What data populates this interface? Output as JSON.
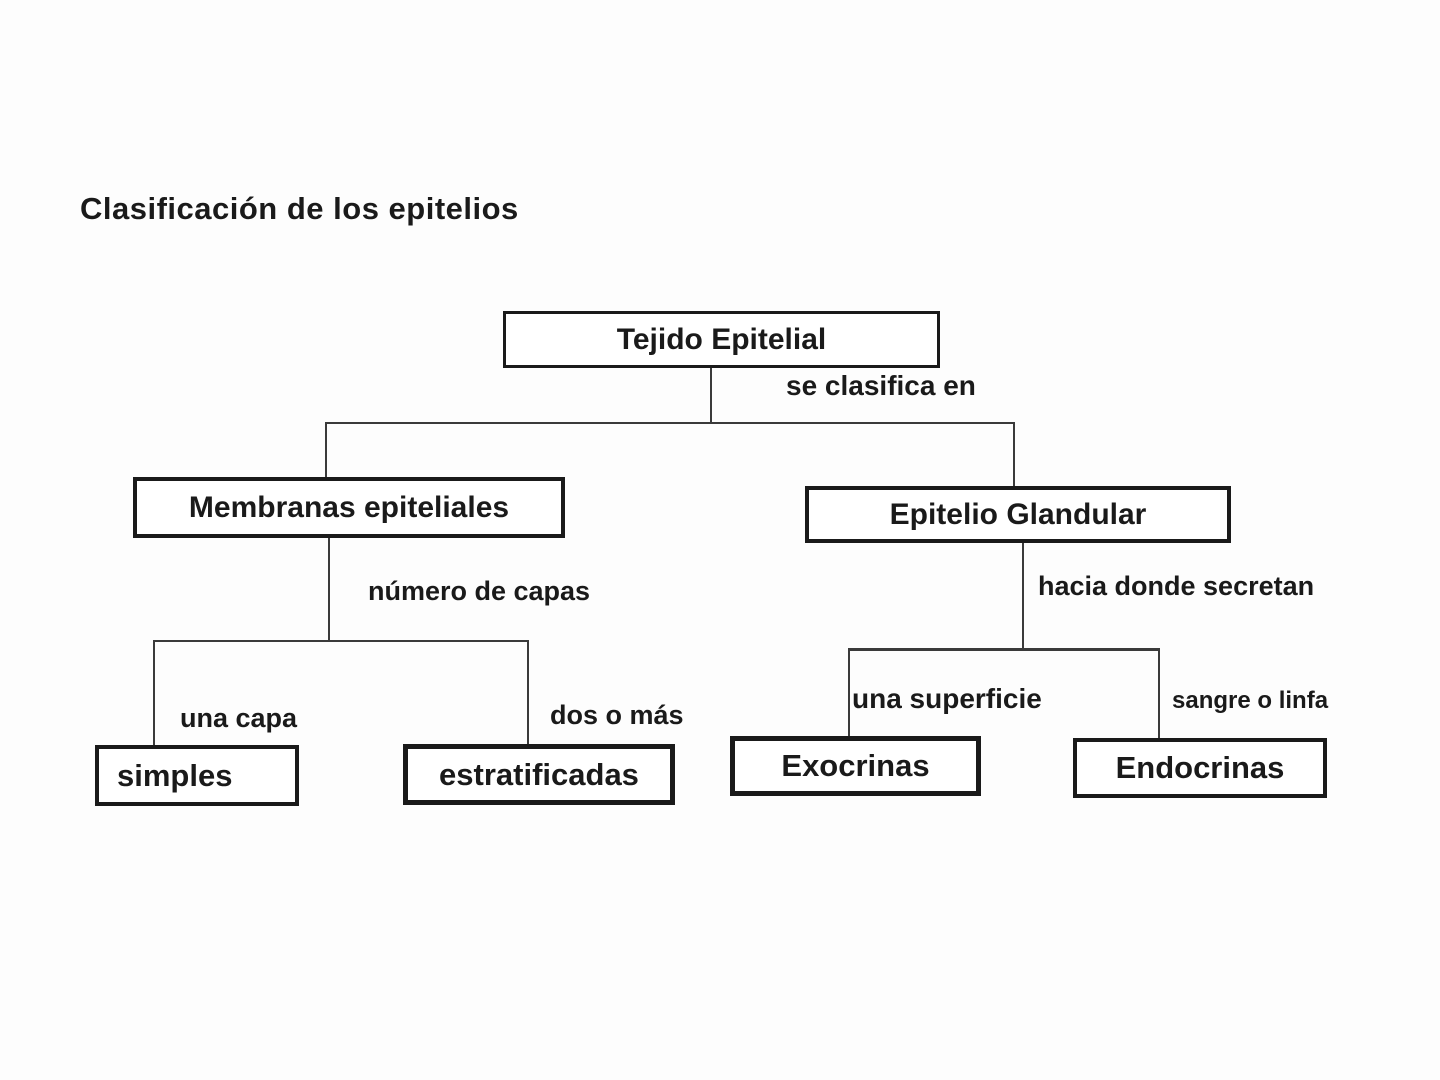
{
  "page": {
    "title": "Clasificación de los epitelios"
  },
  "colors": {
    "background": "#fdfdfd",
    "text": "#1a1a1a",
    "box_border": "#1a1a1a",
    "box_fill": "#ffffff",
    "connector": "#3a3a3a"
  },
  "diagram": {
    "root": {
      "label": "Tejido Epitelial",
      "edge_label": "se clasifica en"
    },
    "left_branch": {
      "label": "Membranas epiteliales",
      "edge_label": "número de capas",
      "children": [
        {
          "edge_label": "una capa",
          "label": "simples"
        },
        {
          "edge_label": "dos o más",
          "label": "estratificadas"
        }
      ]
    },
    "right_branch": {
      "label": "Epitelio Glandular",
      "edge_label": "hacia donde secretan",
      "children": [
        {
          "edge_label": "una superficie",
          "label": "Exocrinas"
        },
        {
          "edge_label": "sangre o linfa",
          "label": "Endocrinas"
        }
      ]
    }
  }
}
